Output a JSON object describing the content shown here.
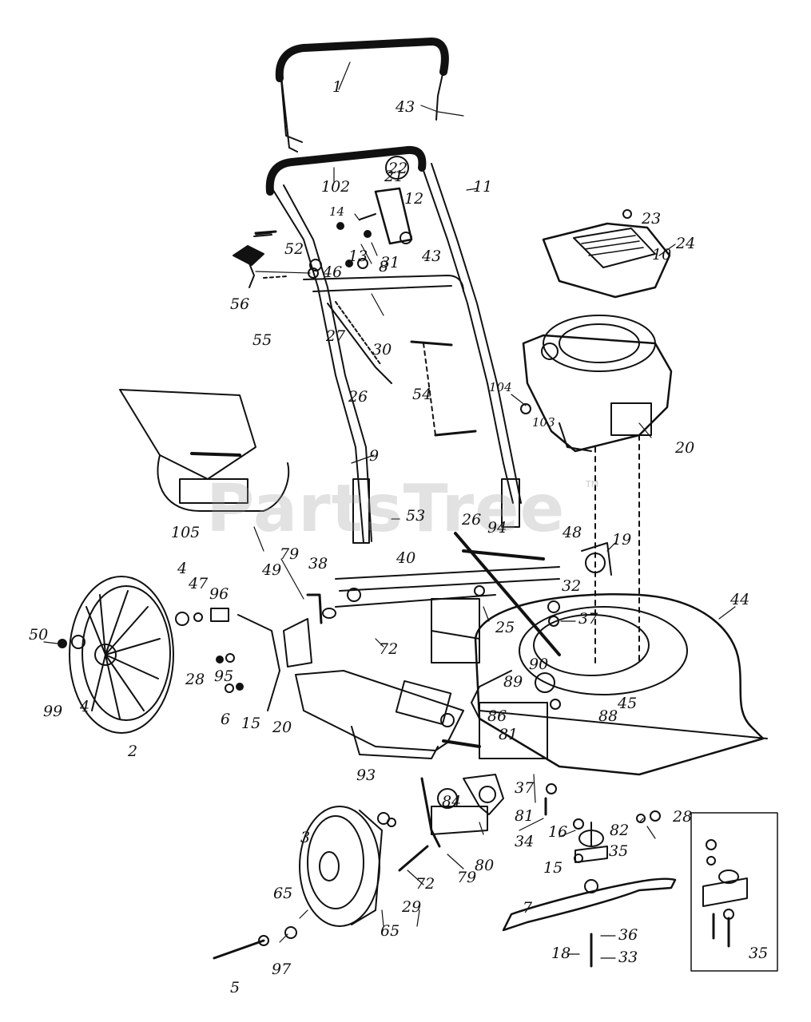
{
  "watermark": "PartsTree",
  "trademark": "TM",
  "inset_label": "35",
  "callouts": {
    "c1": "1",
    "c43a": "43",
    "c102": "102",
    "c21": "21",
    "c22": "22",
    "c12": "12",
    "c11": "11",
    "c14": "14",
    "c13": "13",
    "c8": "8",
    "c43b": "43",
    "c23": "23",
    "c24": "24",
    "c52": "52",
    "c46": "46",
    "c56": "56",
    "c31": "31",
    "c30": "30",
    "c27": "27",
    "c55": "55",
    "c26a": "26",
    "c54": "54",
    "c10": "10",
    "c104": "104",
    "c103": "103",
    "c20a": "20",
    "c9": "9",
    "c105": "105",
    "c53": "53",
    "c26b": "26",
    "c94": "94",
    "c48": "48",
    "c19": "19",
    "c79a": "79",
    "c38": "38",
    "c40": "40",
    "c4a": "4",
    "c47": "47",
    "c96": "96",
    "c49": "49",
    "c32": "32",
    "c37a": "37",
    "c44": "44",
    "c50": "50",
    "c72a": "72",
    "c25": "25",
    "c28a": "28",
    "c95": "95",
    "c90": "90",
    "c89": "89",
    "c45": "45",
    "c99": "99",
    "c4b": "4",
    "c6": "6",
    "c15a": "15",
    "c20b": "20",
    "c86": "86",
    "c88": "88",
    "c81a": "81",
    "c2": "2",
    "c93": "93",
    "c37b": "37",
    "c84": "84",
    "c81b": "81",
    "c82": "82",
    "c28b": "28",
    "c34": "34",
    "c3": "3",
    "c16": "16",
    "c35": "35",
    "c15b": "15",
    "c80": "80",
    "c79b": "79",
    "c72b": "72",
    "c29": "29",
    "c65a": "65",
    "c65b": "65",
    "c7": "7",
    "c36": "36",
    "c18": "18",
    "c33": "33",
    "c97": "97",
    "c5": "5"
  }
}
